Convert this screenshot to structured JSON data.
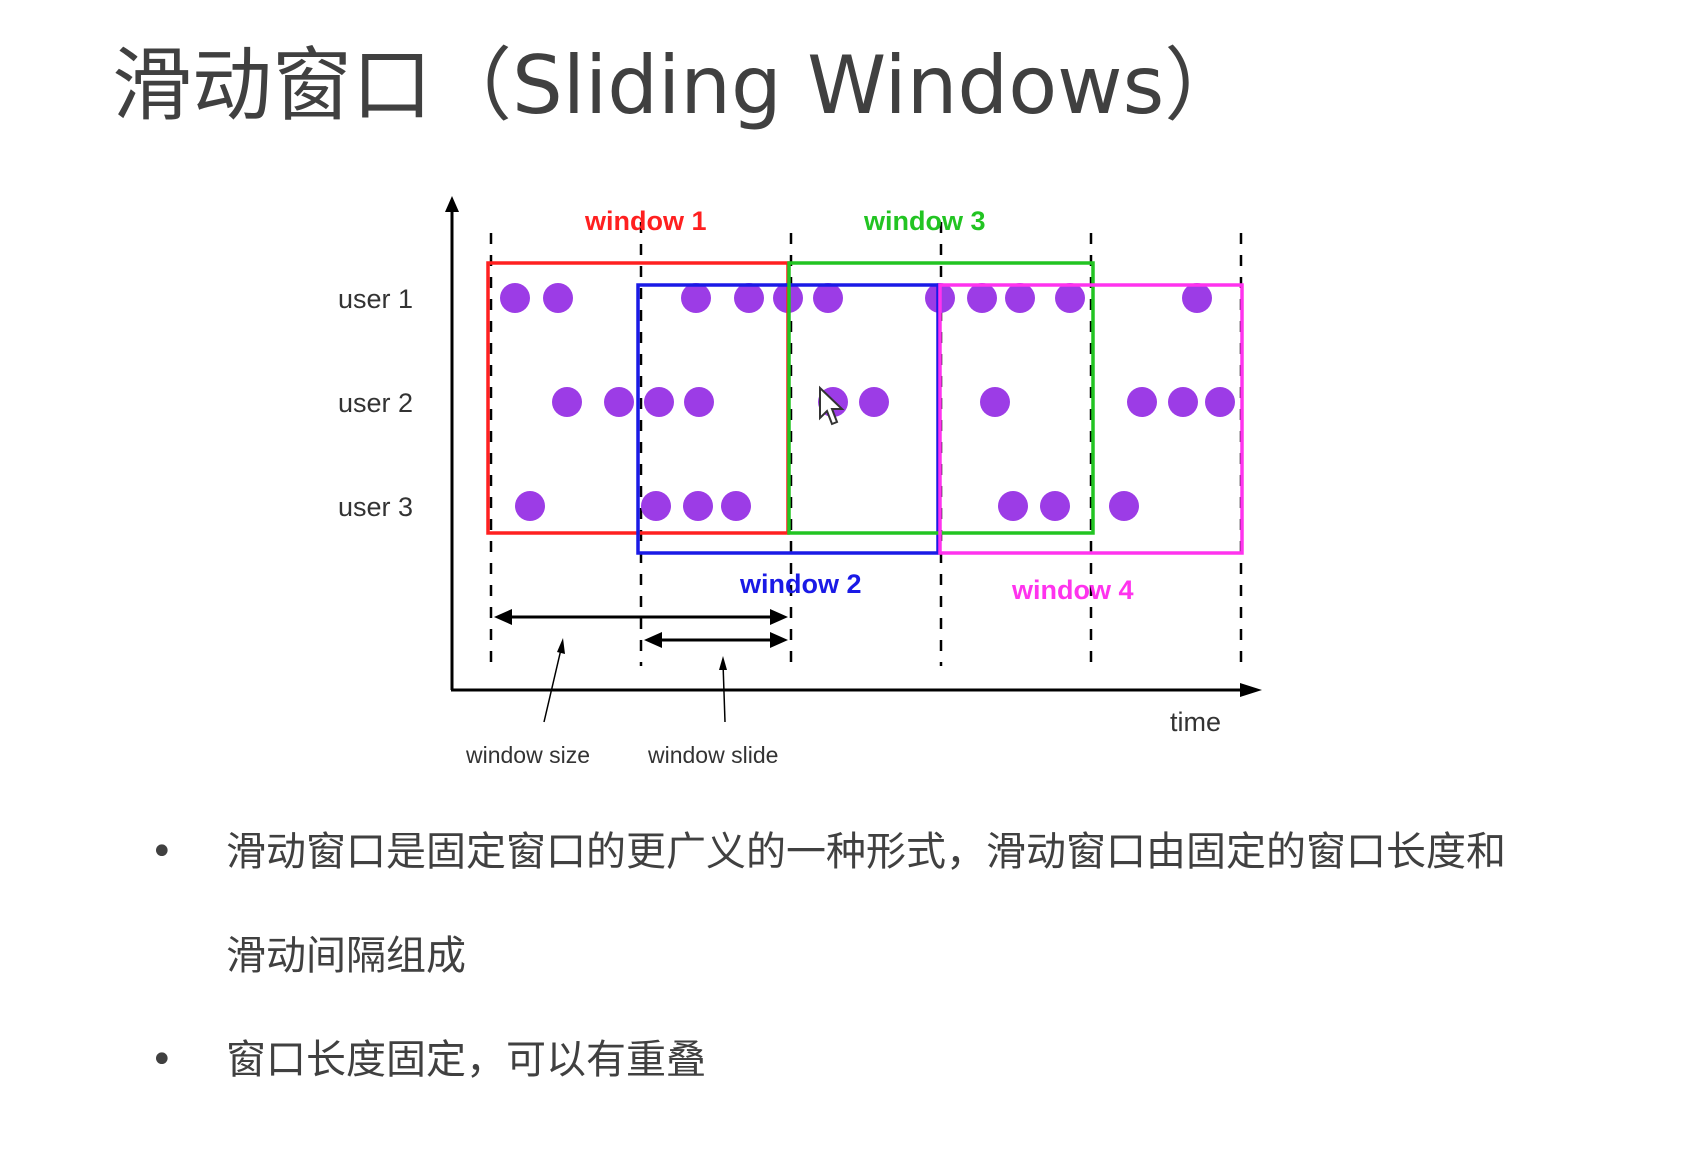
{
  "title": "滑动窗口（Sliding Windows）",
  "diagram": {
    "users": [
      "user 1",
      "user 2",
      "user 3"
    ],
    "windows": [
      {
        "label": "window 1",
        "color": "#ff2020"
      },
      {
        "label": "window 2",
        "color": "#1a1ae6"
      },
      {
        "label": "window 3",
        "color": "#22c422"
      },
      {
        "label": "window 4",
        "color": "#ff33ee"
      }
    ],
    "x_axis_label": "time",
    "window_size_label": "window size",
    "window_slide_label": "window slide",
    "event_color": "#9c3ce6",
    "axis_color": "#000000"
  },
  "bullets": [
    "滑动窗口是固定窗口的更广义的一种形式，滑动窗口由固定的窗口长度和滑动间隔组成",
    "窗口长度固定，可以有重叠"
  ]
}
